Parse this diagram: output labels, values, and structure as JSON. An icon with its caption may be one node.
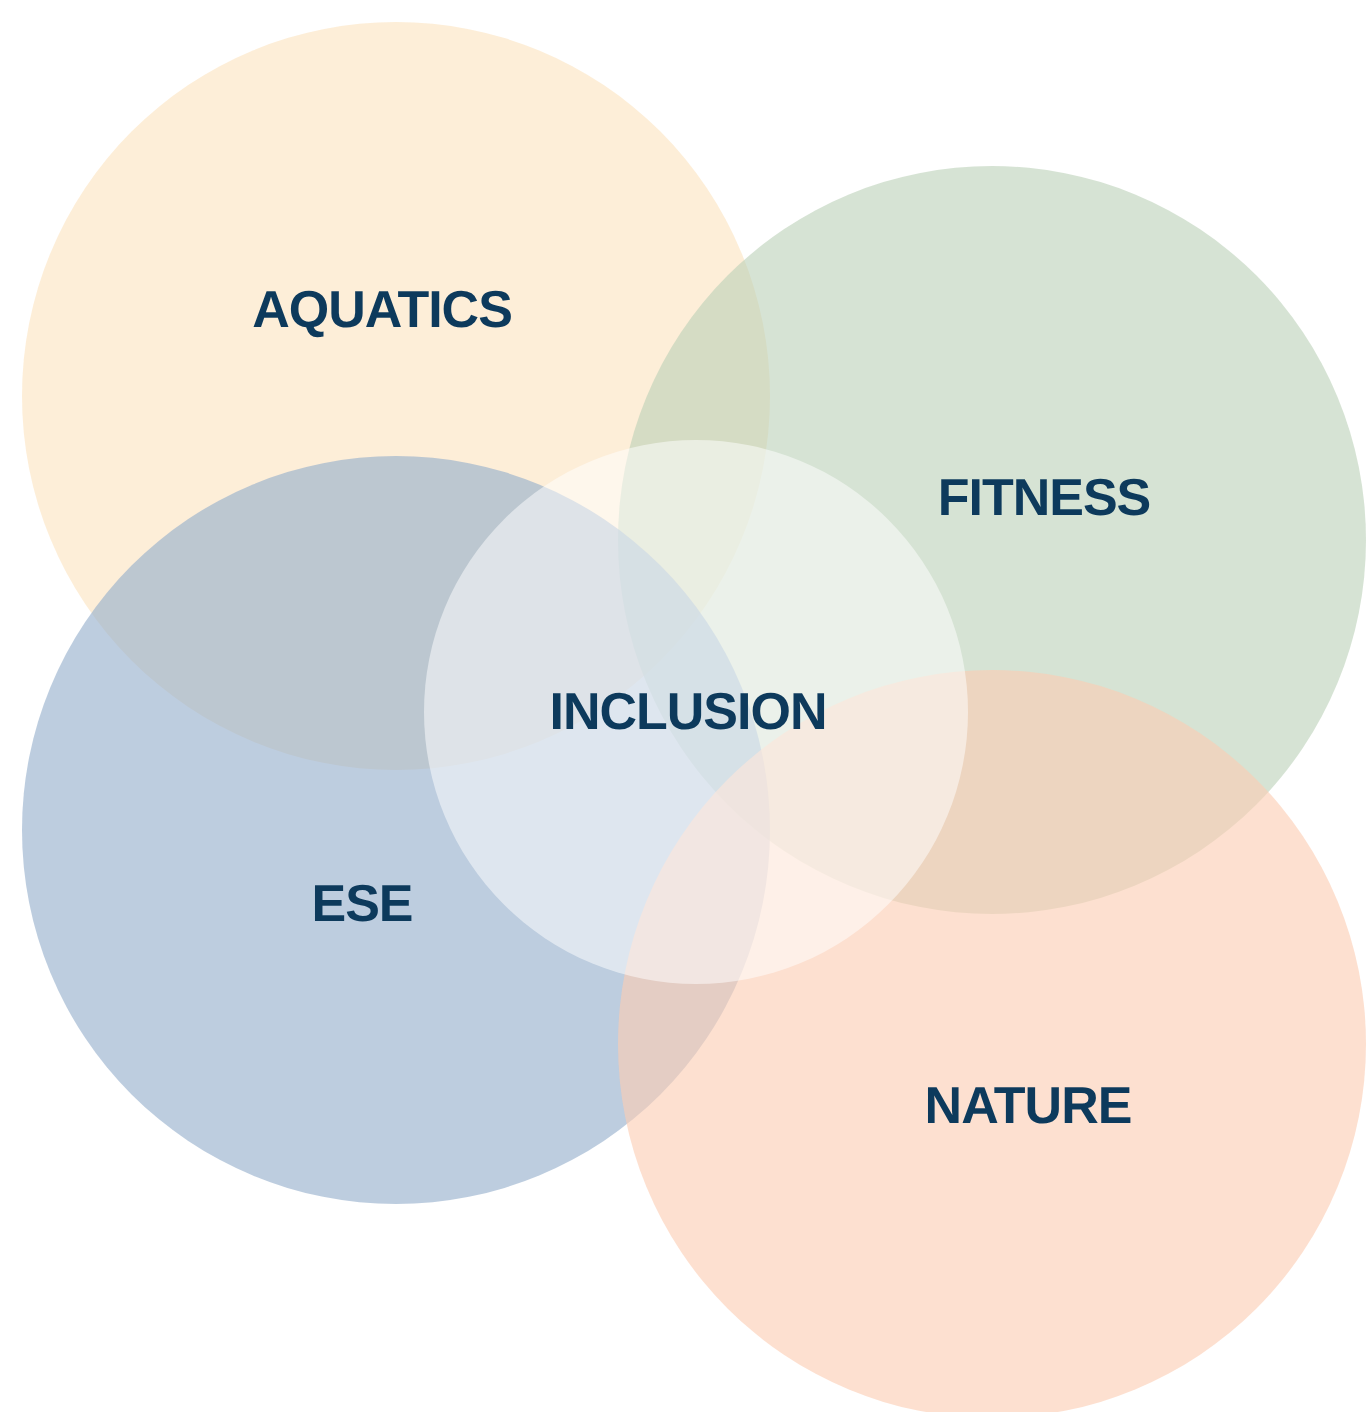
{
  "diagram": {
    "nodes": [
      {
        "text": [
          "AQUATICS"
        ]
      },
      {
        "text": [
          "FITNESS"
        ]
      },
      {
        "text": [
          "ESE"
        ]
      },
      {
        "text": [
          "NATURE"
        ]
      },
      {
        "text": [
          "INCLUSION"
        ]
      }
    ]
  }
}
